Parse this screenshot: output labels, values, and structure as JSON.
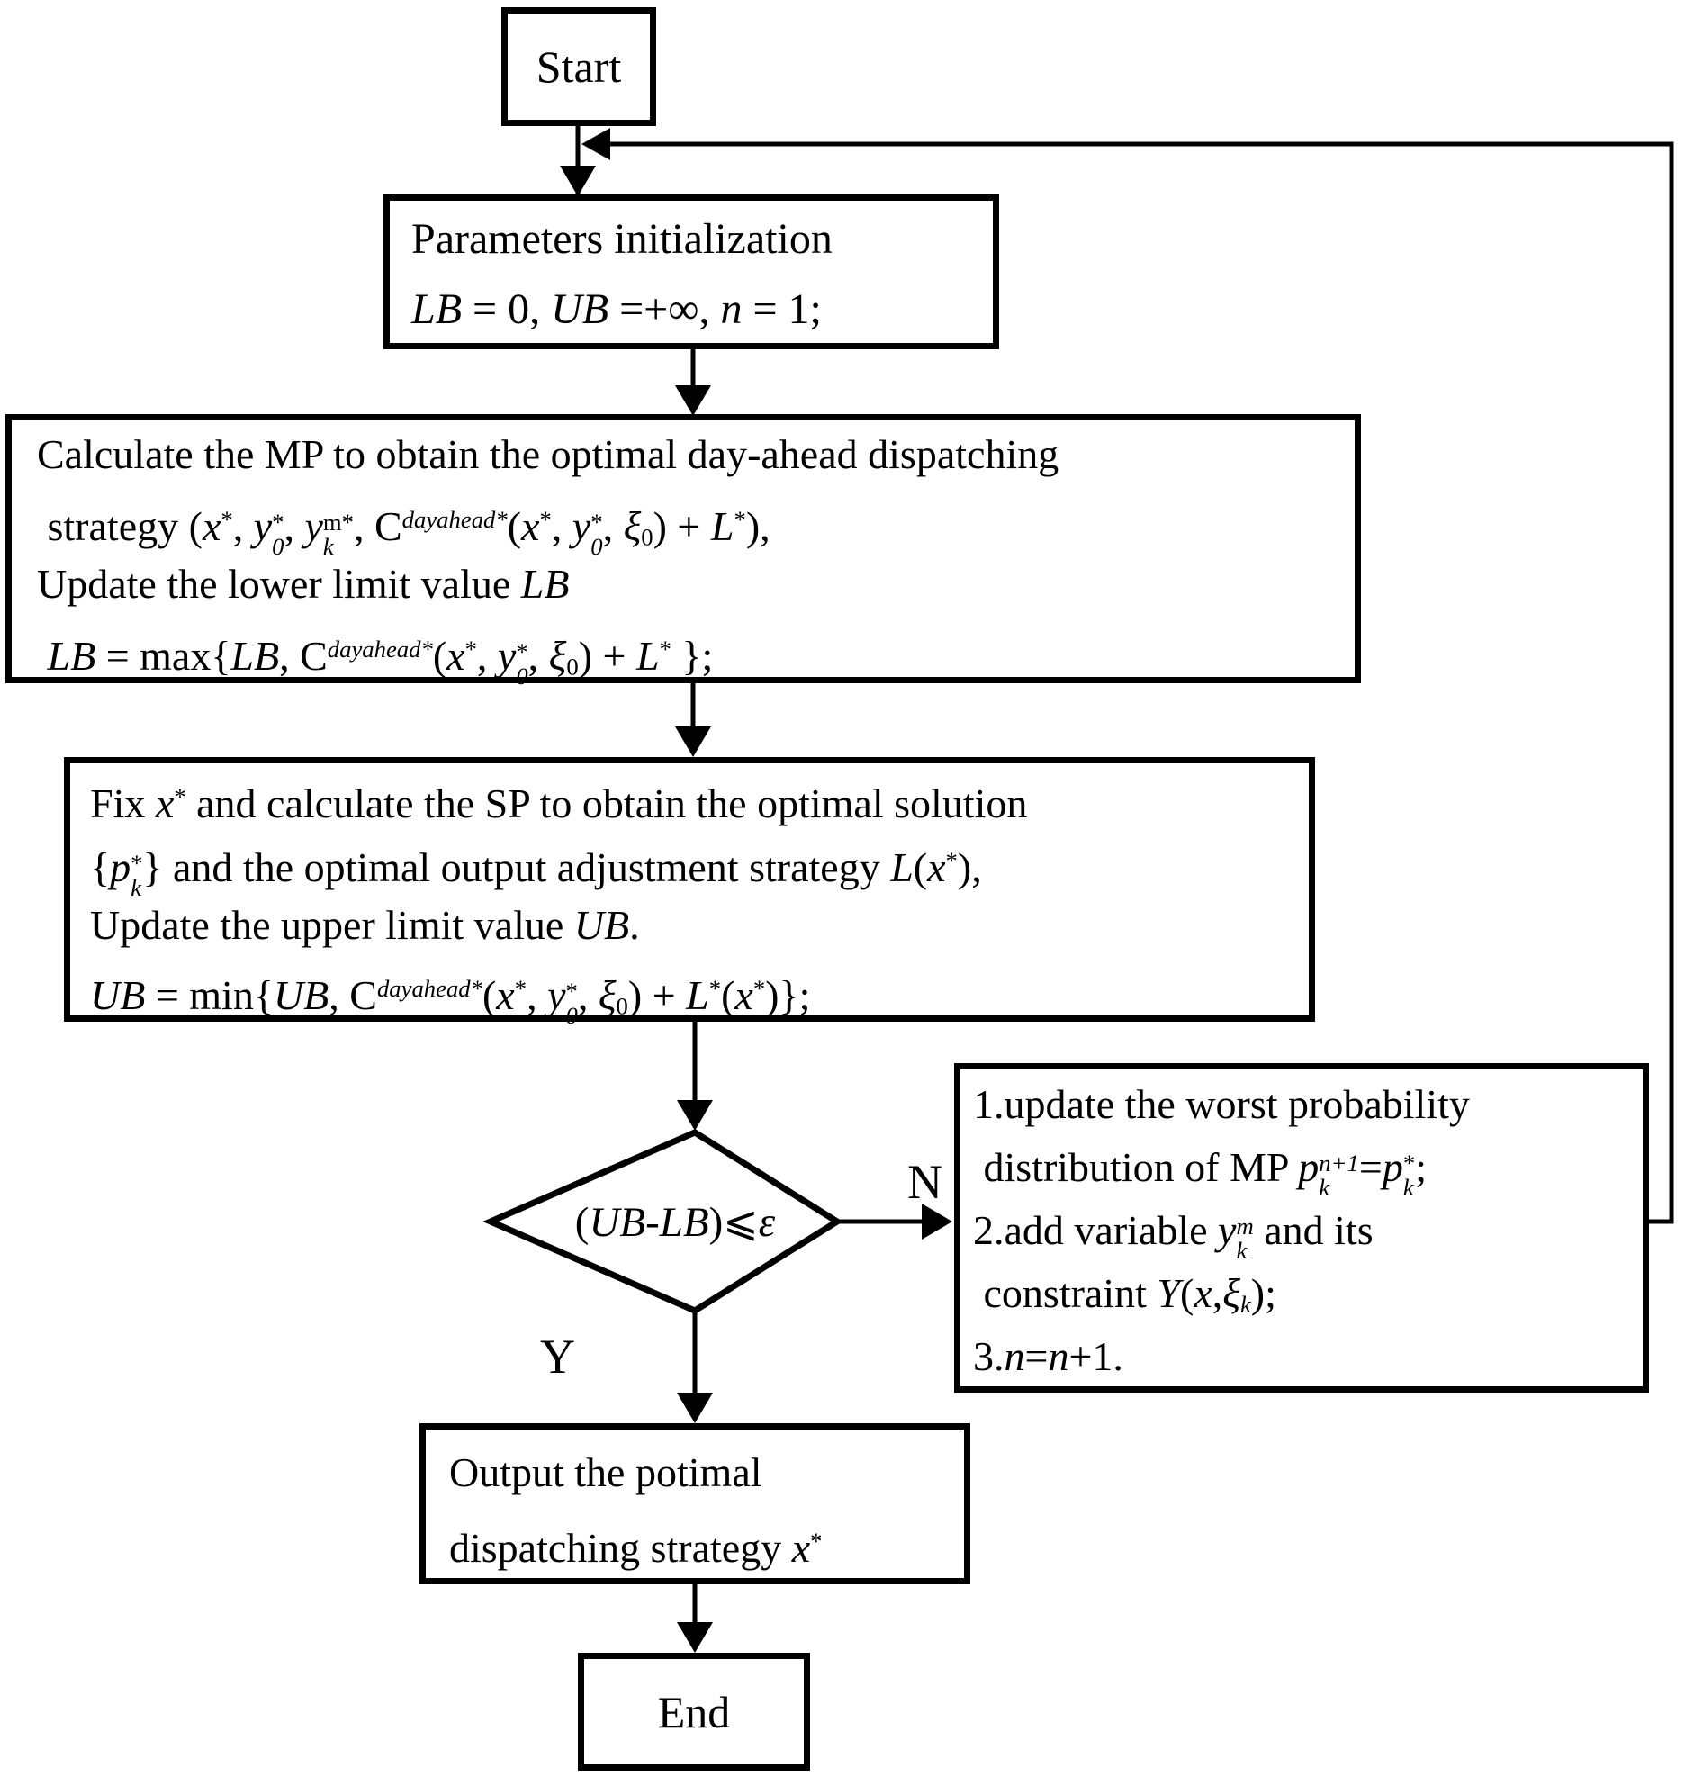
{
  "figure": {
    "type": "flowchart",
    "background_color": "#ffffff",
    "line_color": "#000000",
    "nodes": {
      "start": {
        "label": "Start"
      },
      "params": {
        "lines": [
          [
            [
              "",
              "Parameters initialization"
            ]
          ],
          [
            [
              "i",
              "LB"
            ],
            [
              "",
              " = 0, "
            ],
            [
              "i",
              "UB"
            ],
            [
              "",
              " =+∞"
            ],
            [
              "",
              ", "
            ],
            [
              "i",
              "n"
            ],
            [
              "",
              " = 1;"
            ]
          ]
        ]
      },
      "mp": {
        "lines": [
          [
            [
              "",
              "Calculate the MP to obtain the optimal day-ahead dispatching"
            ]
          ],
          [
            [
              "",
              " strategy ("
            ],
            [
              "i",
              "x"
            ],
            [
              "s",
              "*"
            ],
            [
              "",
              ", "
            ],
            [
              "i",
              "y"
            ],
            [
              "k",
              "0",
              "*"
            ],
            [
              "",
              ", "
            ],
            [
              "i",
              "y"
            ],
            [
              "k",
              "k",
              "m*"
            ],
            [
              "",
              ", C"
            ],
            [
              "is",
              "dayahead*"
            ],
            [
              "",
              "("
            ],
            [
              "i",
              "x"
            ],
            [
              "s",
              "*"
            ],
            [
              "",
              ", "
            ],
            [
              "i",
              "y"
            ],
            [
              "k",
              "0",
              "*"
            ],
            [
              "",
              ", "
            ],
            [
              "i",
              "ξ"
            ],
            [
              "b",
              "0"
            ],
            [
              "",
              ") + "
            ],
            [
              "i",
              "L"
            ],
            [
              "s",
              "*"
            ],
            [
              "",
              "),"
            ]
          ],
          [
            [
              "",
              "Update the lower limit value "
            ],
            [
              "i",
              "LB"
            ]
          ],
          [
            [
              "",
              " "
            ],
            [
              "i",
              "LB"
            ],
            [
              "",
              " = max{"
            ],
            [
              "i",
              "LB"
            ],
            [
              "",
              ", C"
            ],
            [
              "is",
              "dayahead*"
            ],
            [
              "",
              "("
            ],
            [
              "i",
              "x"
            ],
            [
              "s",
              "*"
            ],
            [
              "",
              ", "
            ],
            [
              "i",
              "y"
            ],
            [
              "k",
              "0",
              "*"
            ],
            [
              "",
              ", "
            ],
            [
              "i",
              "ξ"
            ],
            [
              "b",
              "0"
            ],
            [
              "",
              ") + "
            ],
            [
              "i",
              "L"
            ],
            [
              "s",
              "*"
            ],
            [
              "",
              " };"
            ]
          ]
        ]
      },
      "sp": {
        "lines": [
          [
            [
              "",
              "Fix "
            ],
            [
              "i",
              "x"
            ],
            [
              "s",
              "*"
            ],
            [
              "",
              " and calculate the SP to obtain the optimal solution"
            ]
          ],
          [
            [
              "",
              "{"
            ],
            [
              "i",
              "p"
            ],
            [
              "k",
              "k",
              "*"
            ],
            [
              "",
              "} and the optimal output adjustment strategy "
            ],
            [
              "i",
              "L"
            ],
            [
              "",
              "("
            ],
            [
              "i",
              "x"
            ],
            [
              "s",
              "*"
            ],
            [
              "",
              "),"
            ]
          ],
          [
            [
              "",
              "Update the upper limit value "
            ],
            [
              "i",
              "UB"
            ],
            [
              "",
              "."
            ]
          ],
          [
            [
              "i",
              "UB"
            ],
            [
              "",
              " = min{"
            ],
            [
              "i",
              "UB"
            ],
            [
              "",
              ", C"
            ],
            [
              "is",
              "dayahead*"
            ],
            [
              "",
              "("
            ],
            [
              "i",
              "x"
            ],
            [
              "s",
              "*"
            ],
            [
              "",
              ", "
            ],
            [
              "i",
              "y"
            ],
            [
              "k",
              "0",
              "*"
            ],
            [
              "",
              ", "
            ],
            [
              "i",
              "ξ"
            ],
            [
              "b",
              "0"
            ],
            [
              "",
              ") + "
            ],
            [
              "i",
              "L"
            ],
            [
              "s",
              "*"
            ],
            [
              "",
              "("
            ],
            [
              "i",
              "x"
            ],
            [
              "s",
              "*"
            ],
            [
              "",
              ")};"
            ]
          ]
        ]
      },
      "decision": {
        "condition": [
          [
            "",
            "("
          ],
          [
            "i",
            "UB"
          ],
          [
            "",
            "-"
          ],
          [
            "i",
            "LB"
          ],
          [
            "",
            ")⩽"
          ],
          [
            "i",
            "ε"
          ]
        ],
        "no_label": "N",
        "yes_label": "Y"
      },
      "loop": {
        "lines": [
          [
            [
              "",
              "1.update the worst probability"
            ]
          ],
          [
            [
              "",
              " distribution of MP "
            ],
            [
              "i",
              "p"
            ],
            [
              "K",
              "k",
              "n+1"
            ],
            [
              "",
              "="
            ],
            [
              "i",
              "p"
            ],
            [
              "k",
              "k",
              "*"
            ],
            [
              "",
              ";"
            ]
          ],
          [
            [
              "",
              "2.add variable "
            ],
            [
              "i",
              "y"
            ],
            [
              "K",
              "k",
              "m"
            ],
            [
              "",
              " and its"
            ]
          ],
          [
            [
              "",
              " constraint "
            ],
            [
              "i",
              "Y"
            ],
            [
              "",
              "("
            ],
            [
              "i",
              "x"
            ],
            [
              "",
              ","
            ],
            [
              "i",
              "ξ"
            ],
            [
              "ib",
              "k"
            ],
            [
              "",
              ");"
            ]
          ],
          [
            [
              "",
              "3."
            ],
            [
              "i",
              "n"
            ],
            [
              "",
              "="
            ],
            [
              "i",
              "n"
            ],
            [
              "",
              "+1."
            ]
          ]
        ]
      },
      "output": {
        "lines": [
          [
            [
              "",
              "Output the potimal"
            ]
          ],
          [
            [
              "",
              "dispatching strategy "
            ],
            [
              "i",
              "x"
            ],
            [
              "s",
              "*"
            ]
          ]
        ]
      },
      "end": {
        "label": "End"
      }
    }
  }
}
